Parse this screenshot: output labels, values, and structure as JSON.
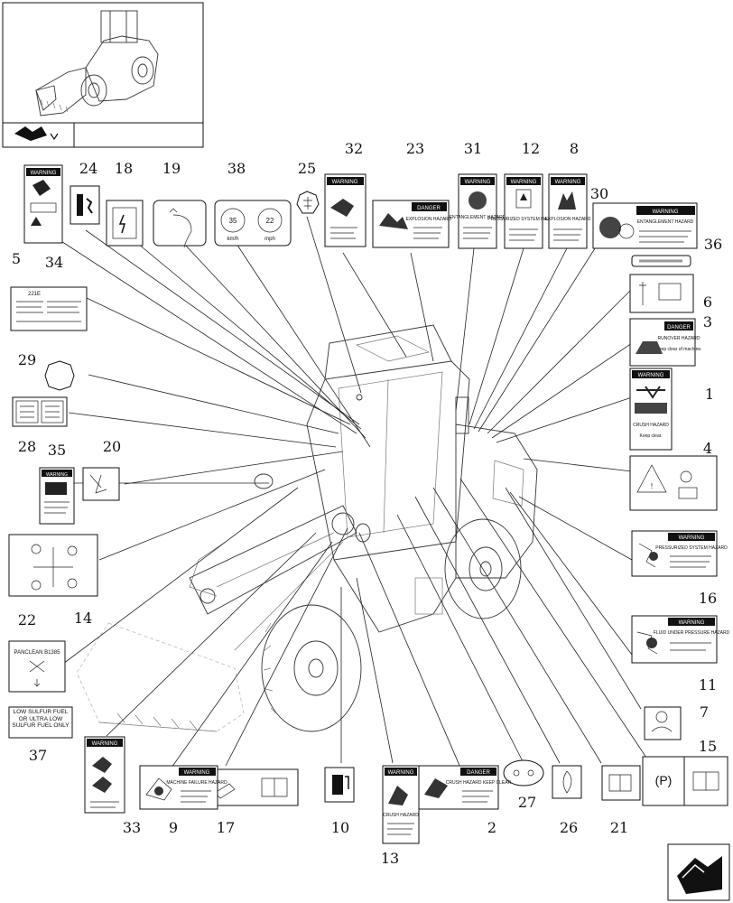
{
  "decal_texts": {
    "warning": "WARNING",
    "danger": "DANGER",
    "crush_hazard": "CRUSH HAZARD",
    "keep_clear": "Keep clear.",
    "entanglement_hazard": "ENTANGLEMENT HAZARD",
    "explosion_hazard": "EXPLOSION HAZARD",
    "pressurized_system_hazard": "PRESSURIZED SYSTEM HAZARD",
    "runover_hazard": "RUNOVER HAZARD",
    "keep_clear_of_machine": "Keep clear of machine.",
    "fluid_under_pressure_hazard": "FLUID UNDER PRESSURE HAZARD",
    "machine_failure_hazard": "MACHINE FAILURE HAZARD",
    "crush_hazard_keep_clear": "CRUSH HAZARD KEEP CLEAR",
    "low_sulfur_fuel_label": "LOW SULFUR FUEL OR ULTRA LOW SULFUR FUEL ONLY",
    "speed_kmh_value": "35",
    "speed_kmh_unit": "km/h",
    "speed_mph_value": "22",
    "speed_mph_unit": "mph",
    "model_label": "221E",
    "panclean_label": "PANCLEAN B1385",
    "parking_label": "(P)"
  },
  "callouts": [
    "24",
    "18",
    "19",
    "38",
    "25",
    "32",
    "23",
    "31",
    "12",
    "8",
    "30",
    "36",
    "6",
    "3",
    "1",
    "4",
    "34",
    "5",
    "29",
    "28",
    "35",
    "20",
    "14",
    "22",
    "37",
    "33",
    "9",
    "17",
    "10",
    "13",
    "2",
    "27",
    "26",
    "21",
    "15",
    "7",
    "11",
    "16"
  ]
}
